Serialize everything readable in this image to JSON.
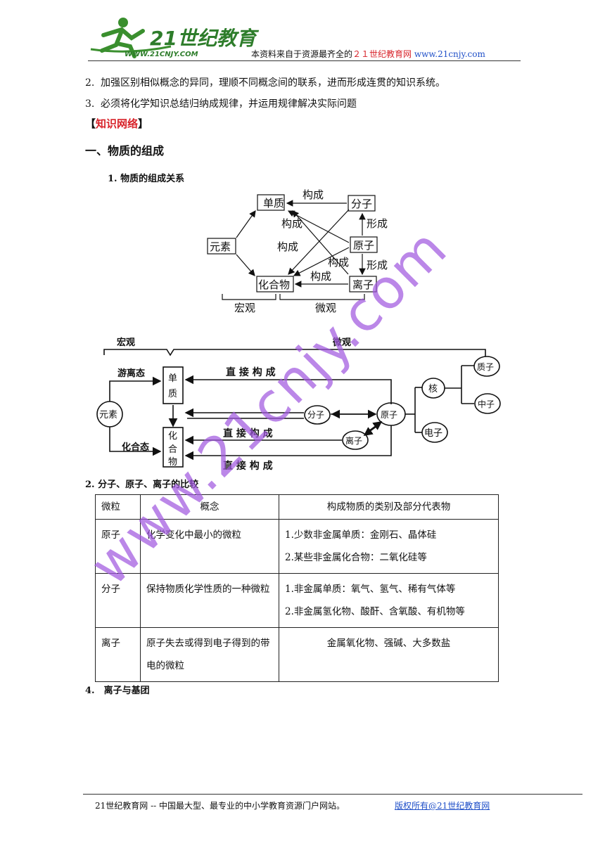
{
  "header": {
    "logo_text": "21世纪教育",
    "logo_url_text": "WWW.21CNJY.COM",
    "source_prefix": "本资料来自于资源最齐全的",
    "source_brand": "２１世纪教育网",
    "source_url": "www.21cnjy.com"
  },
  "objectives": [
    {
      "num": "2.",
      "text": "加强区别相似概念的异同，理顺不同概念间的联系，进而形成连贯的知识系统。"
    },
    {
      "num": "3.",
      "text": "必须将化学知识总结归纳成规律，并运用规律解决实际问题"
    }
  ],
  "section_tag": {
    "open": "【",
    "label": "知识网络",
    "close": "】"
  },
  "section_title": "一、物质的组成",
  "sub1_title": "1. 物质的组成关系",
  "diagram1": {
    "boxes": {
      "danzhi": "单质",
      "fenzi": "分子",
      "yuansu": "元素",
      "yuanzi": "原子",
      "huahewu": "化合物",
      "lizi": "离子"
    },
    "edges": {
      "gou1": "构成",
      "gou2": "构成",
      "gou3": "构成",
      "gou4": "构成",
      "gou5": "构成",
      "xing1": "形成",
      "xing2": "形成"
    },
    "brackets": {
      "hongguan": "宏观",
      "weiguan": "微观"
    }
  },
  "diagram2": {
    "top_labels": {
      "hongguan": "宏观",
      "weiguan": "微观"
    },
    "yuansu": "元素",
    "youli": "游离态",
    "huahe": "化合态",
    "danzhi_chars": [
      "单",
      "质"
    ],
    "huahewu_chars": [
      "化",
      "合",
      "物"
    ],
    "fenzi": "分子",
    "yuanzi": "原子",
    "lizi": "离子",
    "he": "核",
    "dianzi": "电子",
    "zhizi": "质子",
    "zhongzi": "中子",
    "direct1": "直 接 构 成",
    "direct2": "直 接 构 成",
    "direct3": "直 接 构 成"
  },
  "sub2_title": "2. 分子、原子、离子的比较",
  "table": {
    "headers": [
      "微粒",
      "概念",
      "构成物质的类别及部分代表物"
    ],
    "rows": [
      {
        "particle": "原子",
        "concept": "化学变化中最小的微粒",
        "examples": [
          "1.少数非金属单质：金刚石、晶体硅",
          "2.某些非金属化合物：二氧化硅等"
        ]
      },
      {
        "particle": "分子",
        "concept": "保持物质化学性质的一种微粒",
        "examples": [
          "1.非金属单质：氧气、氢气、稀有气体等",
          "2.非金属氢化物、酸酐、含氧酸、有机物等"
        ]
      },
      {
        "particle": "离子",
        "concept": "原子失去或得到电子得到的带电的微粒",
        "examples": [
          "金属氧化物、强碱、大多数盐"
        ]
      }
    ]
  },
  "sub4_title": "4.　离子与基团",
  "watermark": "www.21cnjy.com",
  "footer": {
    "text": "21世纪教育网 -- 中国最大型、最专业的中小学教育资源门户网站。",
    "copyright": "版权所有@21世纪教育网"
  },
  "colors": {
    "accent_red": "#d8232a",
    "link_blue": "#1f4fc8",
    "watermark_purple": "#a259e0",
    "logo_green": "#3a8f2e"
  }
}
